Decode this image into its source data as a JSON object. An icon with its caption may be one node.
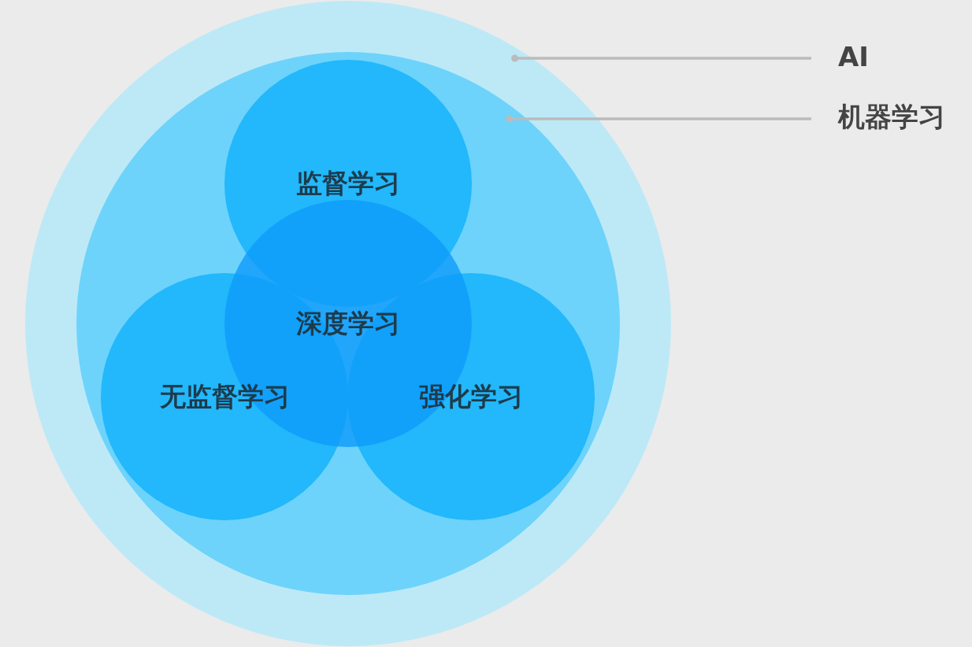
{
  "diagram": {
    "nodes": [
      {
        "text": [],
        "shape": "circle"
      },
      {
        "text": [],
        "shape": "circle",
        "in": 0
      },
      {
        "text": [
          "监督学习"
        ],
        "in": 1
      },
      {
        "text": [
          "深度学习"
        ],
        "in": 1
      },
      {
        "text": [
          "无监督学习"
        ],
        "in": 1
      },
      {
        "text": [
          "强化学习"
        ],
        "in": 1
      },
      {
        "text": [
          "AI"
        ]
      },
      {
        "text": [
          "机器学习"
        ]
      }
    ],
    "edges": [
      {
        "from": 6,
        "to": 0,
        "arrow": "other"
      },
      {
        "from": 7,
        "to": 1,
        "arrow": "other"
      }
    ]
  }
}
